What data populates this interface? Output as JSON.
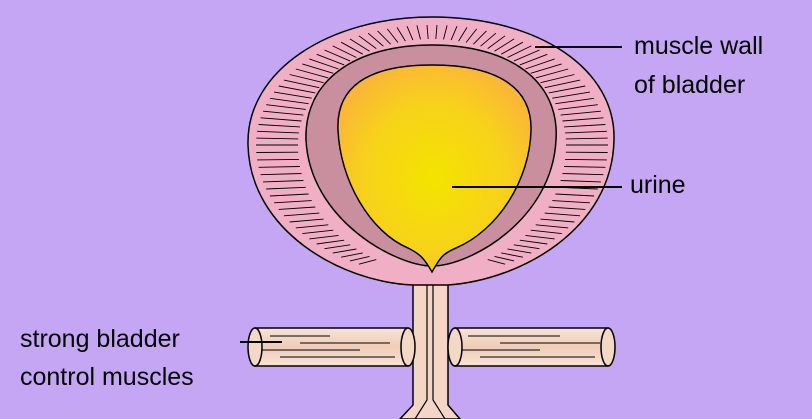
{
  "colors": {
    "background": "#c4a6f5",
    "muscle_wall": "#f1afc6",
    "inner_wall": "#c98f9f",
    "urine_center": "#f3e000",
    "urine_edge": "#fbbf35",
    "urethra": "#f5d6c6",
    "control_muscle": "#f3d8c6"
  },
  "labels": {
    "muscle_wall_line1": "muscle wall",
    "muscle_wall_line2": "of bladder",
    "urine": "urine",
    "control_line1": "strong bladder",
    "control_line2": "control muscles"
  }
}
